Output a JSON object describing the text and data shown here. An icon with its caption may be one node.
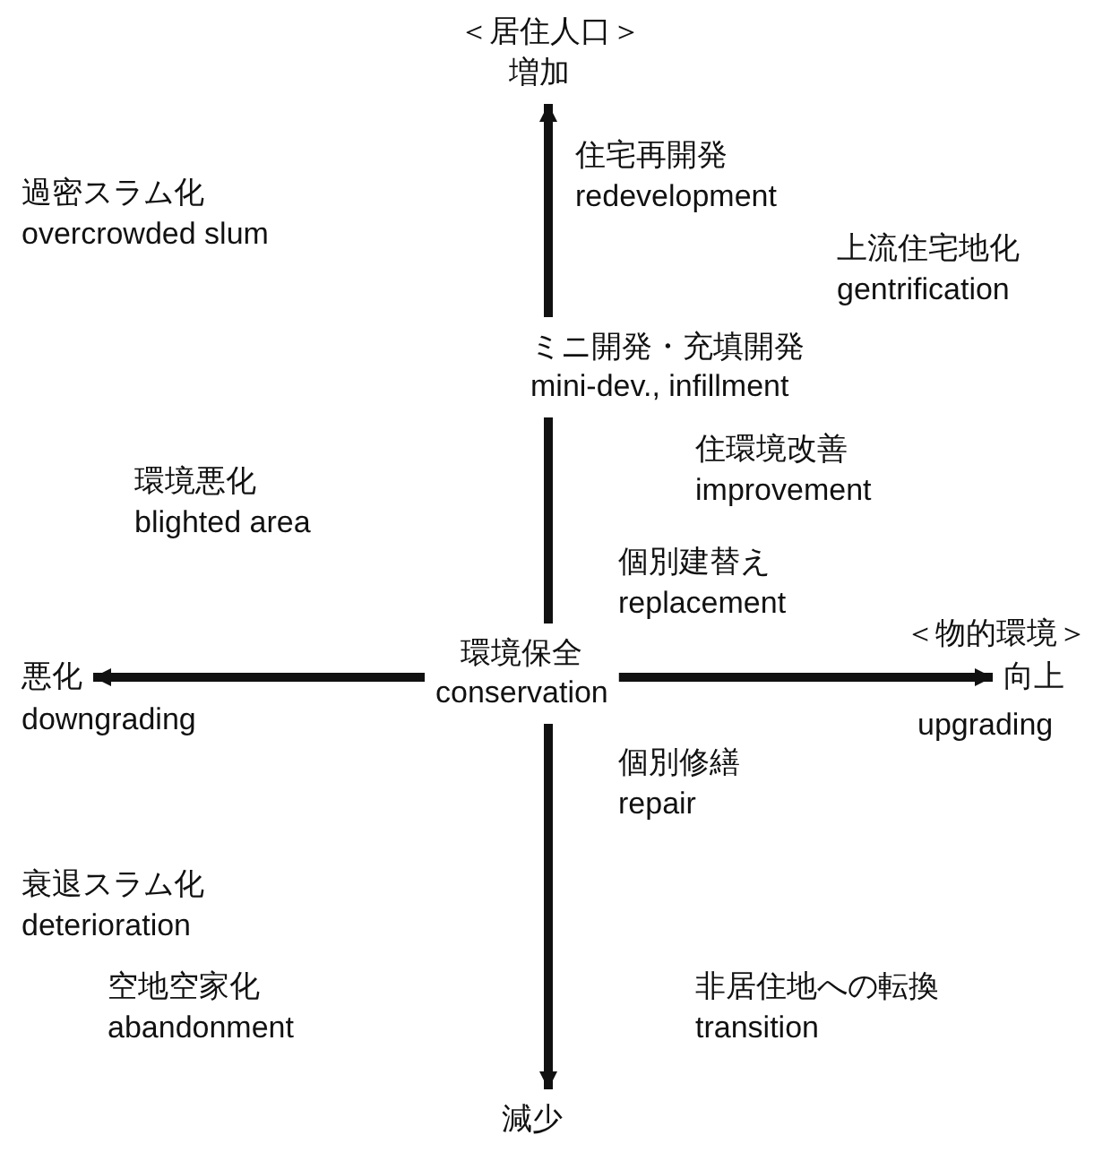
{
  "diagram": {
    "nodes": [
      {
        "text": [
          "増加"
        ],
        "beside": [
          "＜居住人口＞"
        ]
      },
      {
        "text": [
          "ミニ開発・充填開発",
          "mini-dev., infillment"
        ]
      },
      {
        "text": [
          "悪化"
        ],
        "beside": [
          "downgrading"
        ]
      },
      {
        "text": [
          "環境保全",
          "conservation"
        ]
      },
      {
        "text": [
          "向上"
        ],
        "beside": [
          "＜物的環境＞",
          "upgrading"
        ]
      },
      {
        "text": [
          "減少"
        ]
      }
    ],
    "edges": [
      {
        "from": 3,
        "to": 1,
        "arrow": "none"
      },
      {
        "from": 1,
        "to": 0,
        "arrow": "to"
      },
      {
        "from": 3,
        "to": 2,
        "arrow": "to"
      },
      {
        "from": 3,
        "to": 4,
        "arrow": "to"
      },
      {
        "from": 3,
        "to": 5,
        "arrow": "to"
      }
    ],
    "labels": [
      "住宅再開発",
      "redevelopment",
      "過密スラム化",
      "overcrowded slum",
      "上流住宅地化",
      "gentrification",
      "住環境改善",
      "improvement",
      "環境悪化",
      "blighted area",
      "個別建替え",
      "replacement",
      "個別修繕",
      "repair",
      "衰退スラム化",
      "deterioration",
      "空地空家化",
      "abandonment",
      "非居住地への転換",
      "transition"
    ]
  }
}
